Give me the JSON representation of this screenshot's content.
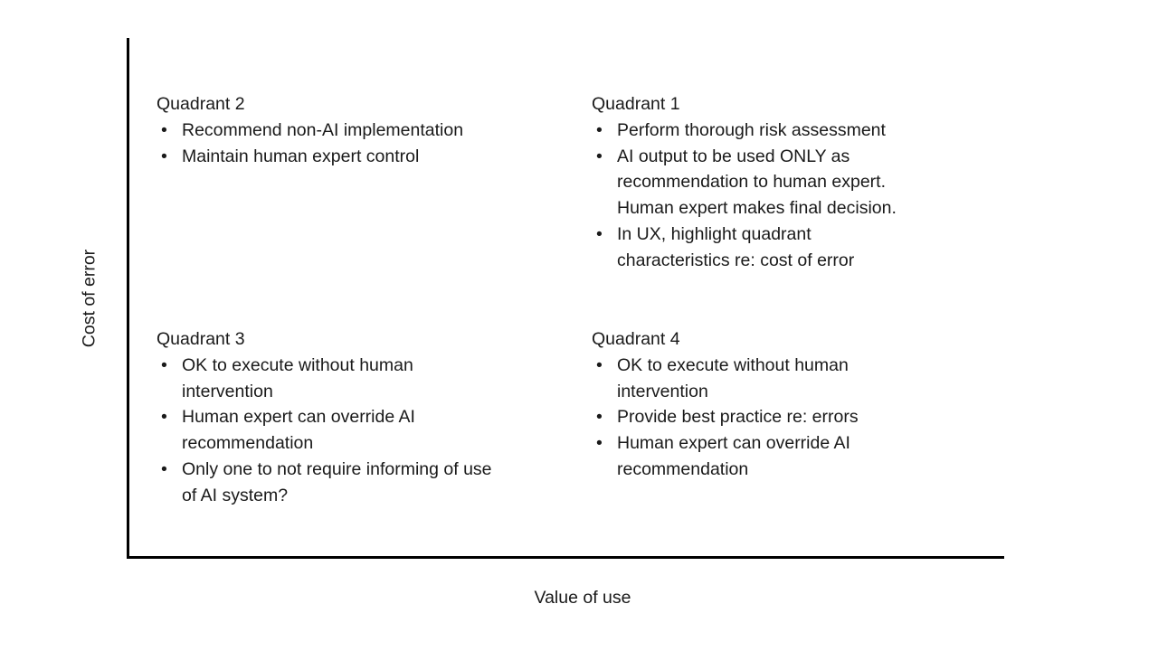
{
  "colors": {
    "text": "#1a1a1a",
    "axis": "#000000",
    "background": "#ffffff"
  },
  "axes": {
    "y_label": "Cost of error",
    "x_label": "Value of use"
  },
  "quadrants": {
    "q2": {
      "title": "Quadrant 2",
      "bullets": [
        "Recommend non-AI implementation",
        "Maintain human expert control"
      ]
    },
    "q1": {
      "title": "Quadrant 1",
      "bullets": [
        "Perform thorough risk assessment",
        "AI output to be used ONLY as\nrecommendation to human expert.\nHuman expert makes final decision.",
        "In UX, highlight quadrant\ncharacteristics re: cost of error"
      ]
    },
    "q3": {
      "title": "Quadrant 3",
      "bullets": [
        "OK to execute without human\nintervention",
        "Human expert can override AI\nrecommendation",
        "Only one to not require informing of use\nof AI system?"
      ]
    },
    "q4": {
      "title": "Quadrant 4",
      "bullets": [
        "OK to execute without human\nintervention",
        "Provide best practice re: errors",
        "Human expert can override AI\nrecommendation"
      ]
    }
  }
}
